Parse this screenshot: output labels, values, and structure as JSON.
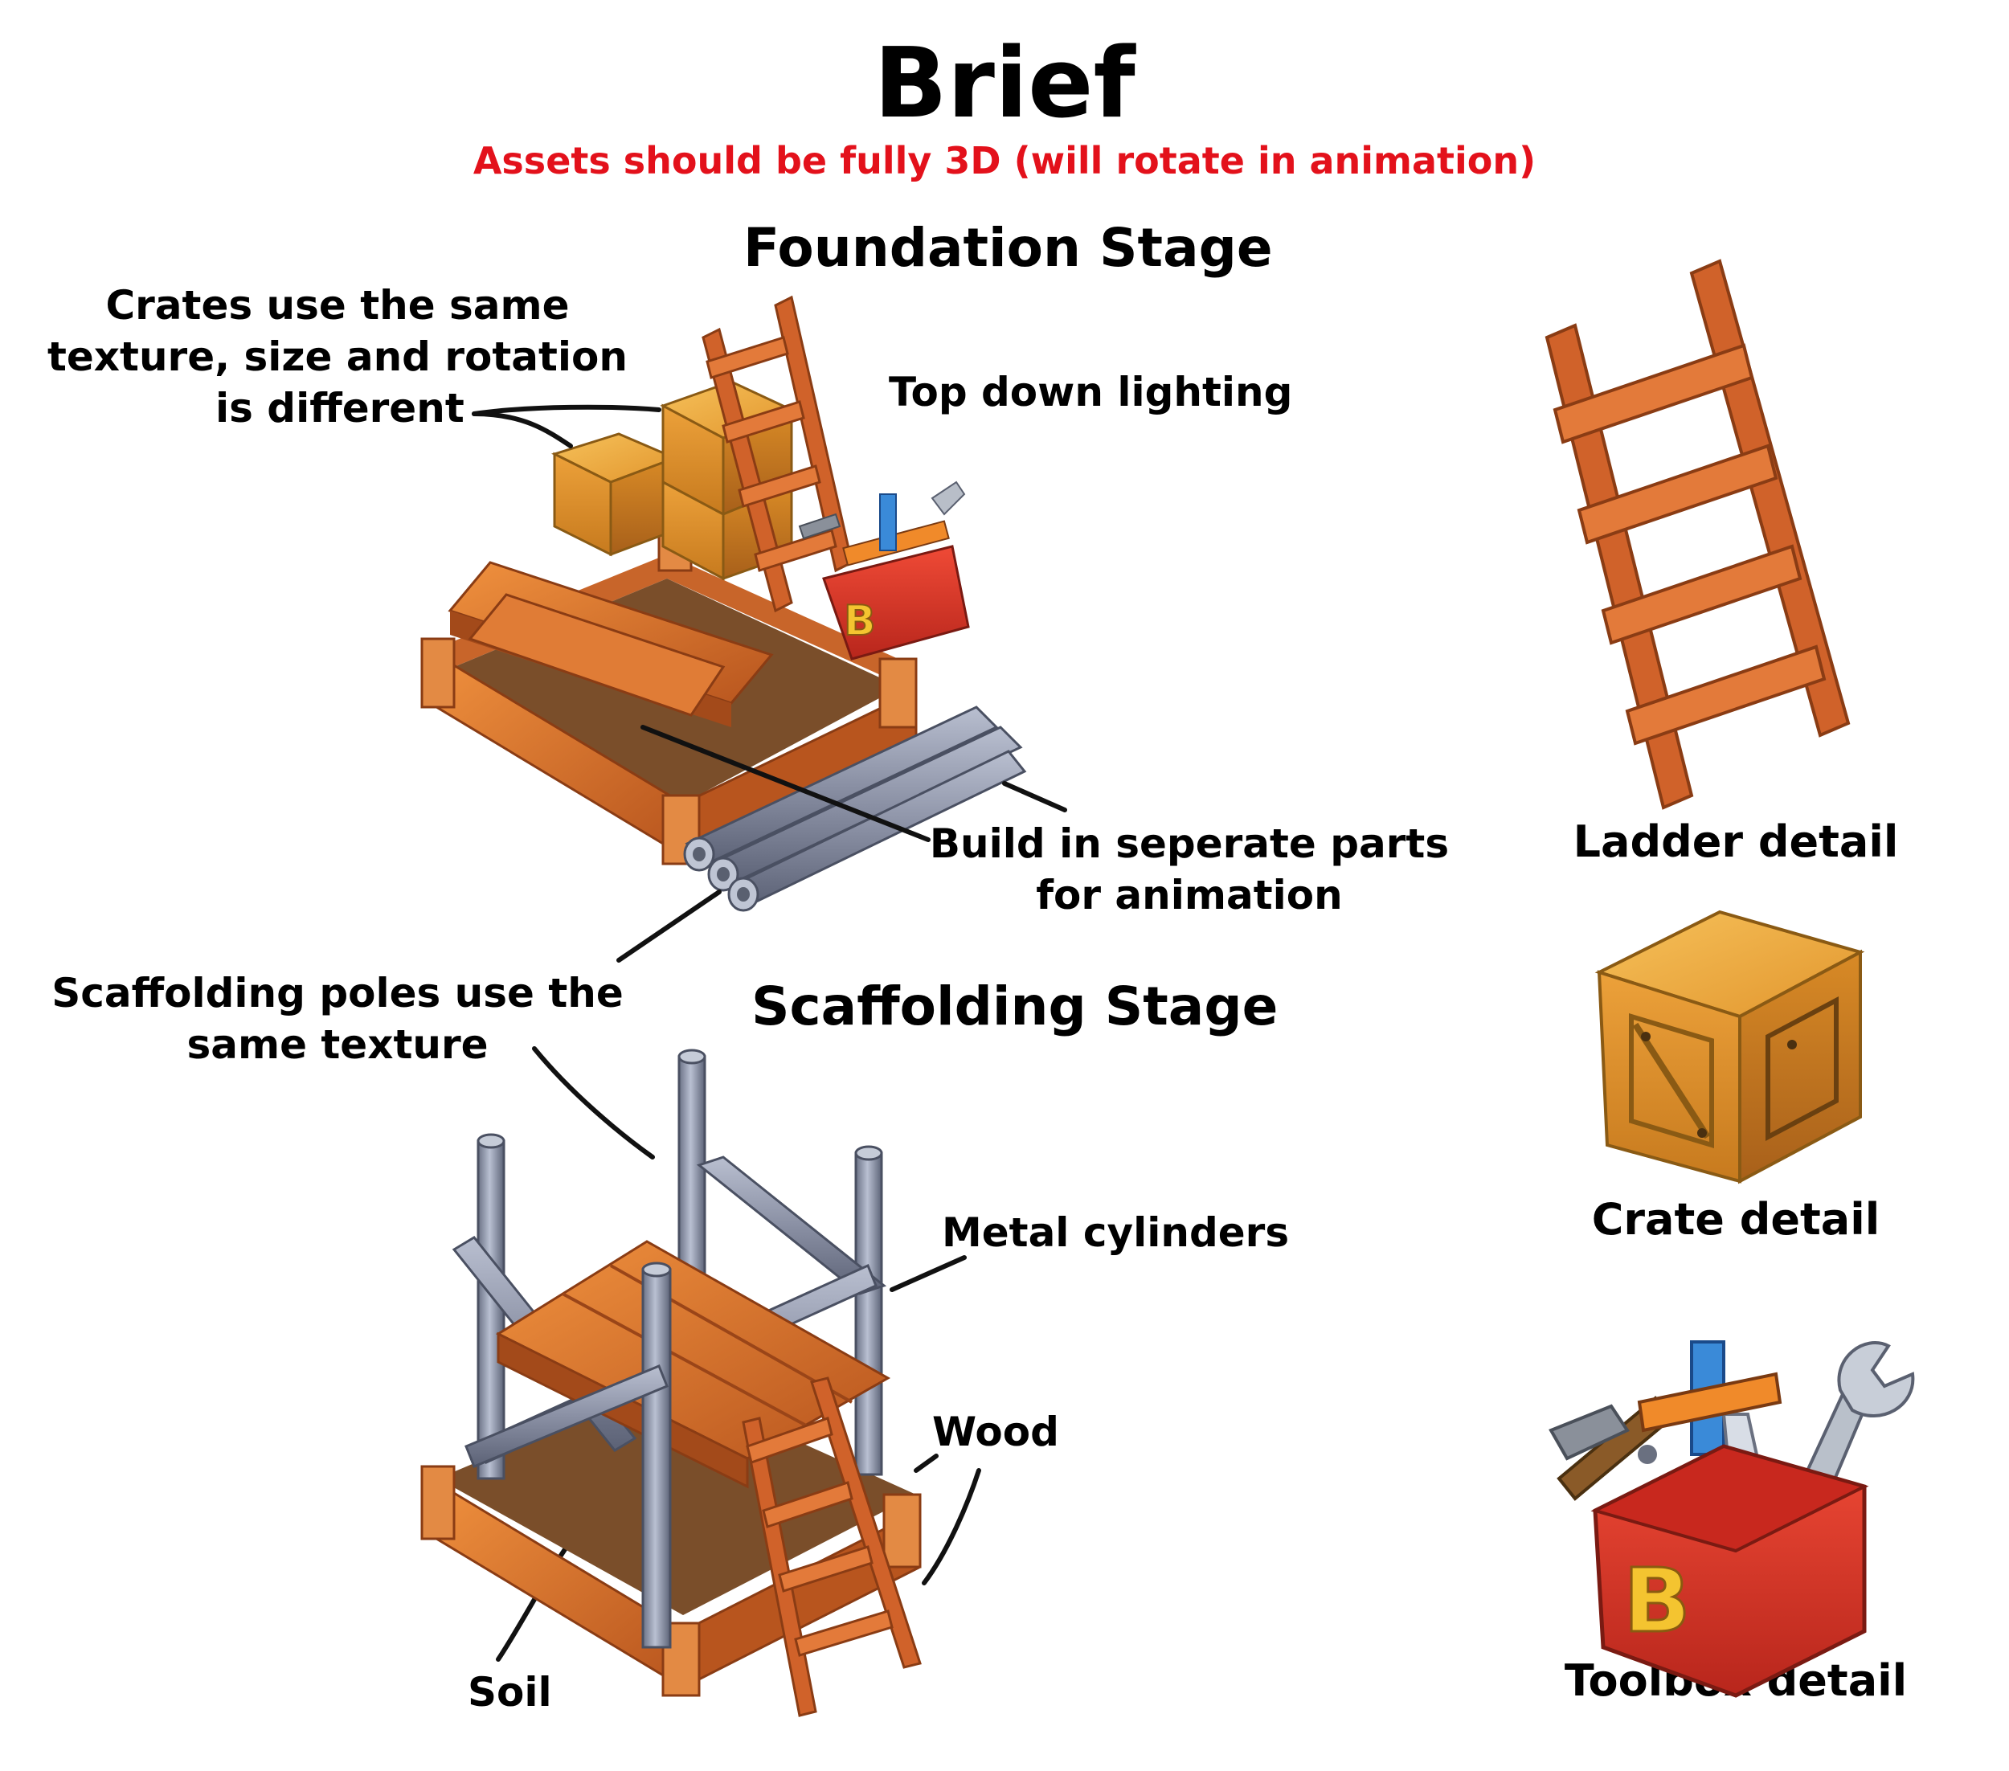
{
  "header": {
    "title": "Brief",
    "subtitle": "Assets should be fully 3D (will rotate in animation)"
  },
  "stages": {
    "foundation": "Foundation Stage",
    "scaffolding": "Scaffolding Stage"
  },
  "annotations": {
    "crates_line1": "Crates use the same",
    "crates_line2": "texture, size and rotation",
    "crates_line3": "is different",
    "lighting": "Top down lighting",
    "parts_line1": "Build in seperate parts",
    "parts_line2": "for animation",
    "poles_line1": "Scaffolding poles use the",
    "poles_line2": "same  texture",
    "metal": "Metal cylinders",
    "wood": "Wood",
    "soil": "Soil"
  },
  "details": {
    "ladder": "Ladder detail",
    "crate": "Crate detail",
    "toolbox": "Toolbox detail",
    "toolbox_letter": "B"
  },
  "colors": {
    "subtitle": "#e3111b",
    "wood": "#d9762e",
    "wood_dark": "#a14a1c",
    "crate": "#e9a23a",
    "soil": "#7a4e2a",
    "metal": "#8a93a8",
    "toolbox": "#e0362a",
    "letter": "#f4c430"
  }
}
